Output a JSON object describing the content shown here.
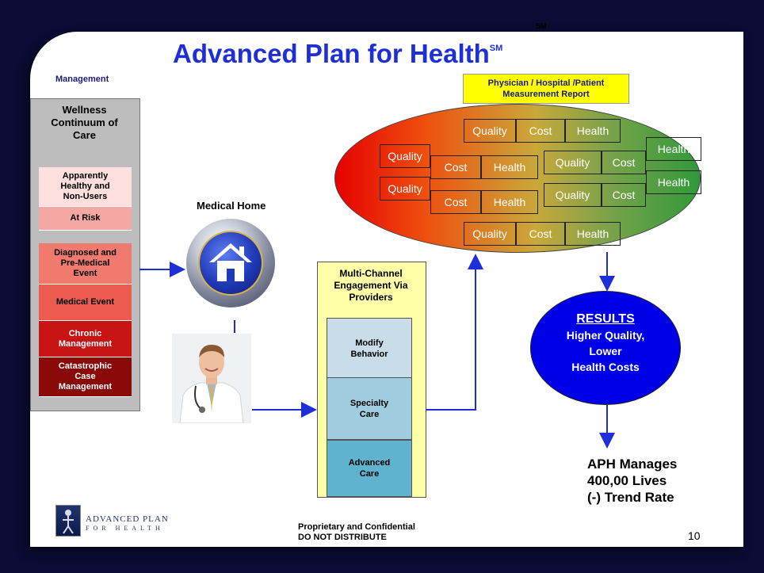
{
  "title": {
    "main": "Advanced Plan for Health",
    "sm": "SM",
    "sm_top": "SM"
  },
  "management_label": "Management",
  "wellness": {
    "title_lines": [
      "Wellness",
      "Continuum of",
      "Care"
    ],
    "stages": [
      {
        "lines": [
          "Apparently",
          "Healthy and",
          "Non-Users"
        ],
        "color": "#fde0dd",
        "text": "#000000"
      },
      {
        "lines": [
          "At Risk"
        ],
        "color": "#f4a8a4",
        "text": "#000000"
      },
      {
        "lines": [
          "Diagnosed and",
          "Pre-Medical",
          "Event"
        ],
        "color": "#f07a6e",
        "text": "#000000"
      },
      {
        "lines": [
          "Medical Event"
        ],
        "color": "#ec5a50",
        "text": "#000000"
      },
      {
        "lines": [
          "Chronic",
          "Management"
        ],
        "color": "#c81414",
        "text": "#ffffff"
      },
      {
        "lines": [
          "Catastrophic",
          "Case",
          "Management"
        ],
        "color": "#8a0a0a",
        "text": "#ffffff"
      }
    ]
  },
  "medical_home": {
    "label": "Medical Home"
  },
  "multichannel": {
    "title_lines": [
      "Multi-Channel",
      "Engagement Via",
      "Providers"
    ],
    "items": [
      {
        "lines": [
          "Modify",
          "Behavior"
        ],
        "color": "#c8dde8"
      },
      {
        "lines": [
          "Specialty",
          "Care"
        ],
        "color": "#9fcddd"
      },
      {
        "lines": [
          "Advanced",
          "Care"
        ],
        "color": "#5fb3cf"
      }
    ]
  },
  "report": {
    "lines": [
      "Physician / Hospital /Patient",
      "Measurement Report"
    ]
  },
  "measures": {
    "quality": "Quality",
    "cost": "Cost",
    "health": "Health"
  },
  "results": {
    "heading": "RESULTS",
    "lines": [
      "Higher Quality,",
      "Lower",
      "Health Costs"
    ]
  },
  "aph_summary": {
    "lines": [
      "APH Manages",
      "400,00 Lives",
      "(-) Trend Rate"
    ]
  },
  "logo": {
    "line1": "ADVANCED PLAN",
    "line2": "FOR HEALTH"
  },
  "footer": {
    "lines": [
      "Proprietary and Confidential",
      "DO NOT DISTRIBUTE"
    ]
  },
  "page_number": "10"
}
